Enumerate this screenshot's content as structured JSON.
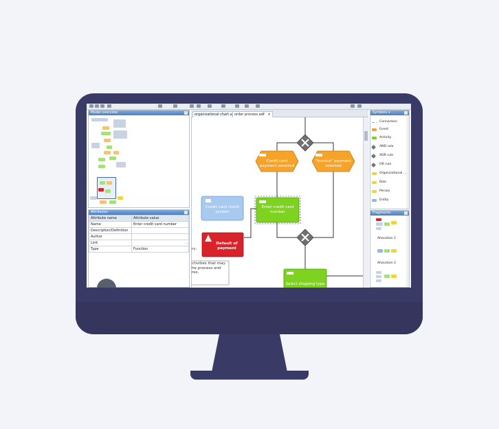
{
  "tabs": [
    "organizational chart.adf",
    "order process.adf"
  ],
  "tab_close": "×",
  "panels": {
    "overview_title": "Model overview",
    "attributes_title": "Attributes",
    "symbols_title": "Symbols ▾",
    "fragments_title": "Fragments"
  },
  "attributes": {
    "headers": [
      "Attribute name",
      "Attribute value"
    ],
    "rows": [
      {
        "name": "Name",
        "value": "Enter credit card number"
      },
      {
        "name": "Description/Definition",
        "value": ""
      },
      {
        "name": "Author",
        "value": ""
      },
      {
        "name": "Link",
        "value": ""
      },
      {
        "name": "Type",
        "value": "Function"
      }
    ],
    "link_button": "..."
  },
  "diagram": {
    "event_credit": "Credit card payment selected",
    "event_invoice": "\"Invoice\" payment selected",
    "system_box": "Credit card check system",
    "activity_enter": "Enter credit card number",
    "default_box": "Default of payment",
    "partial_text": "ctivities that may he process and res.",
    "side_label": "rs:",
    "bottom_activity": "Select shipping type"
  },
  "symbols": [
    {
      "label": "Connection",
      "icon": "connection-icon",
      "color": "#ffffff"
    },
    {
      "label": "Event",
      "icon": "event-icon",
      "color": "#f6a329"
    },
    {
      "label": "Activity",
      "icon": "activity-icon",
      "color": "#7ed321"
    },
    {
      "label": "AND rule",
      "icon": "and-rule-icon",
      "color": "#777777"
    },
    {
      "label": "XOR rule",
      "icon": "xor-rule-icon",
      "color": "#777777"
    },
    {
      "label": "OR rule",
      "icon": "or-rule-icon",
      "color": "#777777"
    },
    {
      "label": "Organizational ...",
      "icon": "org-unit-icon",
      "color": "#f5d23a"
    },
    {
      "label": "Role",
      "icon": "role-icon",
      "color": "#f5d23a"
    },
    {
      "label": "Person",
      "icon": "person-icon",
      "color": "#f5d23a"
    },
    {
      "label": "Entity",
      "icon": "entity-icon",
      "color": "#8fb8e8"
    }
  ],
  "fragments": [
    "Allocation 1",
    "Allocation 2"
  ],
  "colors": {
    "monitor": "#3a3a66",
    "event": "#f6a329",
    "activity": "#7ed321",
    "system": "#a8c9f0",
    "error": "#d9232a"
  }
}
